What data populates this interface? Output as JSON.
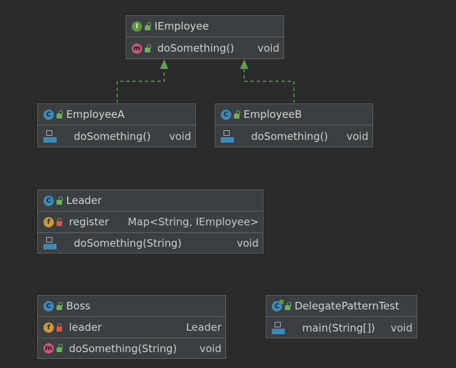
{
  "colors": {
    "background": "#2b2b2b",
    "box": "#3c3f41",
    "arrow": "#5ba04e"
  },
  "iemployee": {
    "kind": "I",
    "name": "IEmployee",
    "methods": [
      {
        "kind": "m",
        "name": "doSomething()",
        "type": "void"
      }
    ]
  },
  "employee_a": {
    "kind": "C",
    "name": "EmployeeA",
    "methods": [
      {
        "name": "doSomething()",
        "type": "void"
      }
    ]
  },
  "employee_b": {
    "kind": "C",
    "name": "EmployeeB",
    "methods": [
      {
        "name": "doSomething()",
        "type": "void"
      }
    ]
  },
  "leader": {
    "kind": "C",
    "name": "Leader",
    "fields": [
      {
        "kind": "f",
        "name": "register",
        "type": "Map<String, IEmployee>"
      }
    ],
    "methods": [
      {
        "name": "doSomething(String)",
        "type": "void"
      }
    ]
  },
  "boss": {
    "kind": "C",
    "name": "Boss",
    "fields": [
      {
        "kind": "f",
        "name": "leader",
        "type": "Leader"
      }
    ],
    "methods": [
      {
        "kind": "m",
        "name": "doSomething(String)",
        "type": "void"
      }
    ]
  },
  "delegate_test": {
    "kind": "C",
    "name": "DelegatePatternTest",
    "methods": [
      {
        "name": "main(String[])",
        "type": "void"
      }
    ]
  },
  "icons": {
    "interface": "interface-icon",
    "class": "class-icon",
    "method": "method-icon",
    "field": "field-icon",
    "public": "public-lock-icon",
    "private": "private-lock-icon"
  }
}
